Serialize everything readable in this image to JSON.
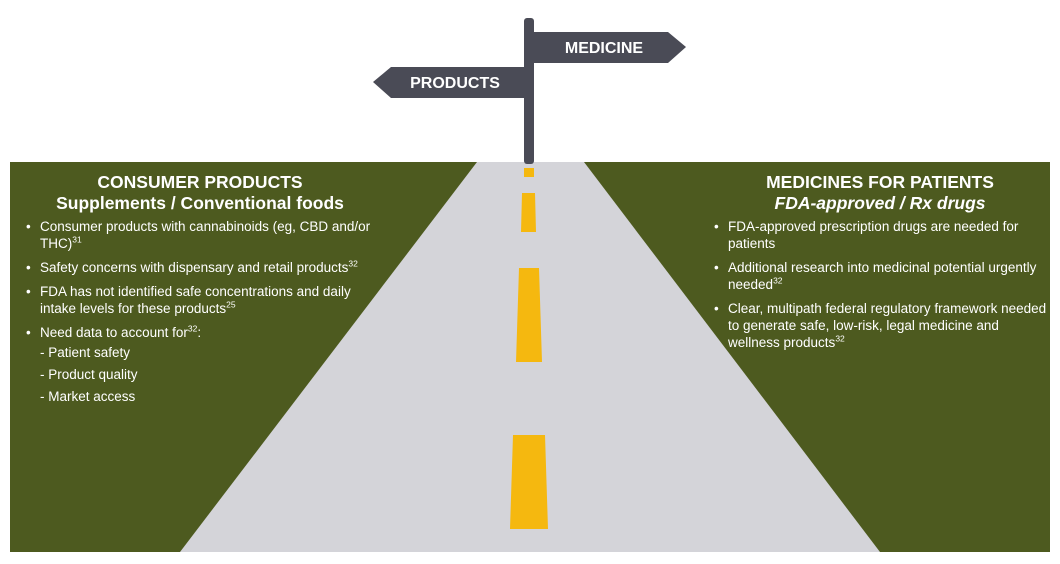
{
  "signpost": {
    "medicine_label": "MEDICINE",
    "products_label": "PRODUCTS"
  },
  "left_panel": {
    "title": "CONSUMER PRODUCTS",
    "subtitle": "Supplements / Conventional foods",
    "bullets": [
      {
        "text": "Consumer products with cannabinoids (eg, CBD and/or THC)",
        "ref": "31"
      },
      {
        "text": "Safety concerns with dispensary and retail products",
        "ref": "32"
      },
      {
        "text": "FDA has not identified safe concentrations and daily intake levels for these products",
        "ref": "25"
      },
      {
        "text": "Need data to account for",
        "ref": "32",
        "suffix": ":"
      }
    ],
    "sub_bullets": [
      "- Patient safety",
      "- Product quality",
      "- Market access"
    ]
  },
  "right_panel": {
    "title": "MEDICINES FOR PATIENTS",
    "subtitle": "FDA-approved / Rx drugs",
    "bullets": [
      {
        "text": "FDA-approved prescription drugs are needed for patients",
        "ref": ""
      },
      {
        "text": "Additional research into medicinal potential urgently needed",
        "ref": "32"
      },
      {
        "text": "Clear, multipath federal regulatory framework needed to generate safe, low-risk, legal medicine and wellness products",
        "ref": "32"
      }
    ]
  },
  "colors": {
    "field_green": "#4d5a1f",
    "road_gray": "#d4d4d9",
    "lane_yellow": "#f5b80f",
    "sign_gray": "#4a4b56"
  }
}
